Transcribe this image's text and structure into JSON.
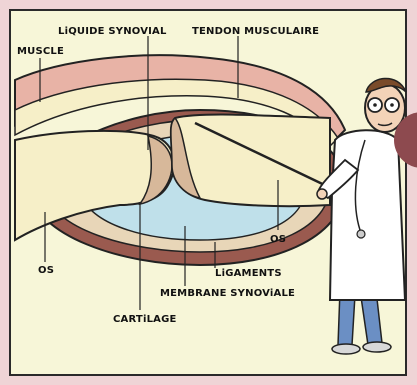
{
  "illustration": {
    "labels": {
      "liquide_synovial": "LiQUIDE SYNOVIAL",
      "tendon_musculaire": "TENDON MUSCULAIRE",
      "muscle": "MUSCLE",
      "os_left": "OS",
      "os_right": "OS",
      "ligaments": "LiGAMENTS",
      "membrane_synoviale": "MEMBRANE SYNOViALE",
      "cartilage": "CARTiLAGE"
    },
    "colors": {
      "background": "#efd4d6",
      "board": "#f7f6d8",
      "bone": "#f6efc8",
      "cartilage": "#d7c3a0",
      "muscle": "#e8b3a6",
      "synovial_fluid": "#bfe0ea",
      "ligament": "#8a4f46",
      "stroke": "#222222",
      "coat": "#ffffff",
      "pants": "#6b8fc4"
    }
  }
}
